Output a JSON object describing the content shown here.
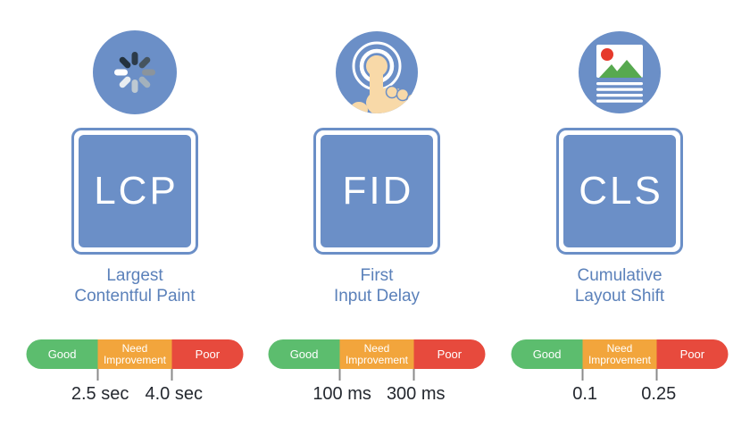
{
  "page": {
    "title": "Core Web Vitals metrics infographic",
    "background": "#ffffff"
  },
  "colors": {
    "brand_blue": "#6b8fc7",
    "label_blue": "#5b81ba",
    "good_green": "#5cbd6e",
    "need_orange": "#f2a53c",
    "poor_red": "#e74a3d",
    "skin_tan": "#f8d9a8",
    "mountain_green": "#57a94f",
    "sun_red": "#e6392b",
    "tick_gray": "#8b8b8b",
    "threshold_text": "#24282f"
  },
  "scale_labels": {
    "good": "Good",
    "need_line1": "Need",
    "need_line2": "Improvement",
    "poor": "Poor"
  },
  "metrics": [
    {
      "abbr": "LCP",
      "icon": "loading-spinner-icon",
      "name_line1": "Largest",
      "name_line2": "Contentful Paint",
      "threshold1": "2.5 sec",
      "threshold2": "4.0 sec"
    },
    {
      "abbr": "FID",
      "icon": "tap-finger-icon",
      "name_line1": "First",
      "name_line2": "Input Delay",
      "threshold1": "100 ms",
      "threshold2": "300 ms"
    },
    {
      "abbr": "CLS",
      "icon": "page-layout-image-icon",
      "name_line1": "Cumulative",
      "name_line2": "Layout Shift",
      "threshold1": "0.1",
      "threshold2": "0.25"
    }
  ]
}
